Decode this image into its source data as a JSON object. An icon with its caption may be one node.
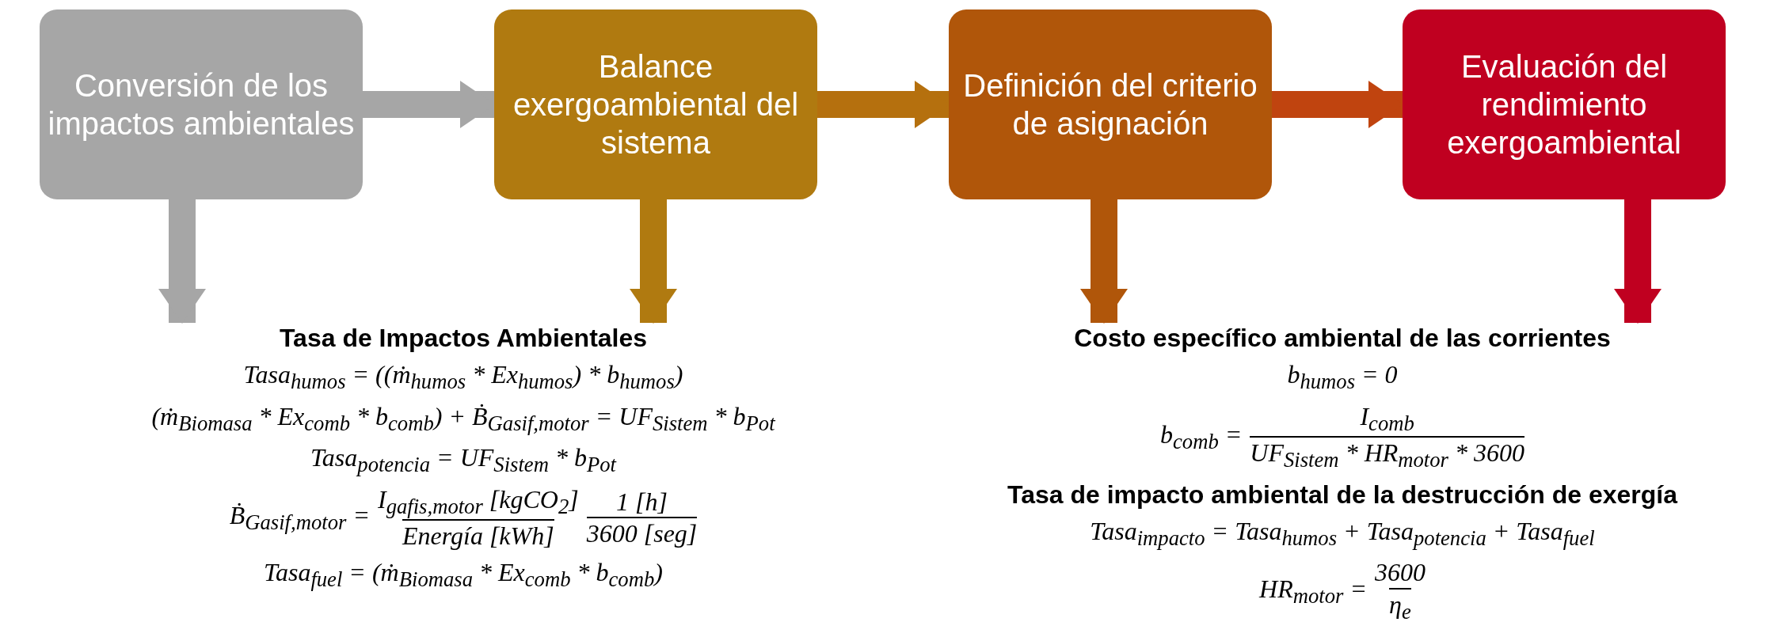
{
  "diagram": {
    "nodes": [
      {
        "text": [
          "Conversión de los impactos ambientales"
        ]
      },
      {
        "text": [
          "Balance exergoambiental del sistema"
        ]
      },
      {
        "text": [
          "Definición del criterio de asignación"
        ]
      },
      {
        "text": [
          "Evaluación del rendimiento exergoambiental"
        ]
      },
      {
        "text": [
          "Tasa de Impactos Ambientales"
        ]
      },
      {
        "text": [
          "Costo específico ambiental de las corrientes"
        ]
      }
    ],
    "edges": [
      {
        "from": 0,
        "to": 1,
        "arrow": "to",
        "color": "#a6a6a6"
      },
      {
        "from": 1,
        "to": 2,
        "arrow": "to",
        "color": "#b5700e"
      },
      {
        "from": 2,
        "to": 3,
        "arrow": "to",
        "color": "#c0440f"
      },
      {
        "from": 0,
        "to": 4,
        "arrow": "to",
        "color": "#a6a6a6"
      },
      {
        "from": 1,
        "to": 4,
        "arrow": "to",
        "color": "#b07a10"
      },
      {
        "from": 2,
        "to": 5,
        "arrow": "to",
        "color": "#b0560a"
      },
      {
        "from": 3,
        "to": 5,
        "arrow": "to",
        "color": "#c00020"
      }
    ],
    "labels": [
      "Tasa$_{humos}$ = ((ṁ$_{humos}$ * Ex$_{humos}$) * b$_{humos}$)",
      "(ṁ$_{Biomasa}$ * Ex$_{comb}$ * b$_{comb}$) + Ḃ$_{Gasif,motor}$ = UF$_{Sistem}$ * b$_{Pot}$",
      "Tasa$_{potencia}$ = UF$_{Sistem}$ * b$_{Pot}$",
      "Ḃ$_{Gasif,motor}$ =",
      "I$_{gafis,motor}$ [kgCO$_{2}$]",
      "Energía [kWh]",
      "1 [h]",
      "3600 [seg]",
      "Tasa$_{fuel}$ = (ṁ$_{Biomasa}$ * Ex$_{comb}$ * b$_{comb}$)",
      "b$_{humos}$ = 0",
      "b$_{comb}$ =",
      "I$_{comb}$",
      "UF$_{Sistem}$ * HR$_{motor}$ * 3600",
      "Tasa de impacto ambiental de la destrucción de exergía",
      "Tasa$_{impacto}$ = Tasa$_{humos}$ + Tasa$_{potencia}$ + Tasa$_{fuel}$",
      "HR$_{motor}$ =",
      "3600",
      "η$_{e}$"
    ]
  }
}
